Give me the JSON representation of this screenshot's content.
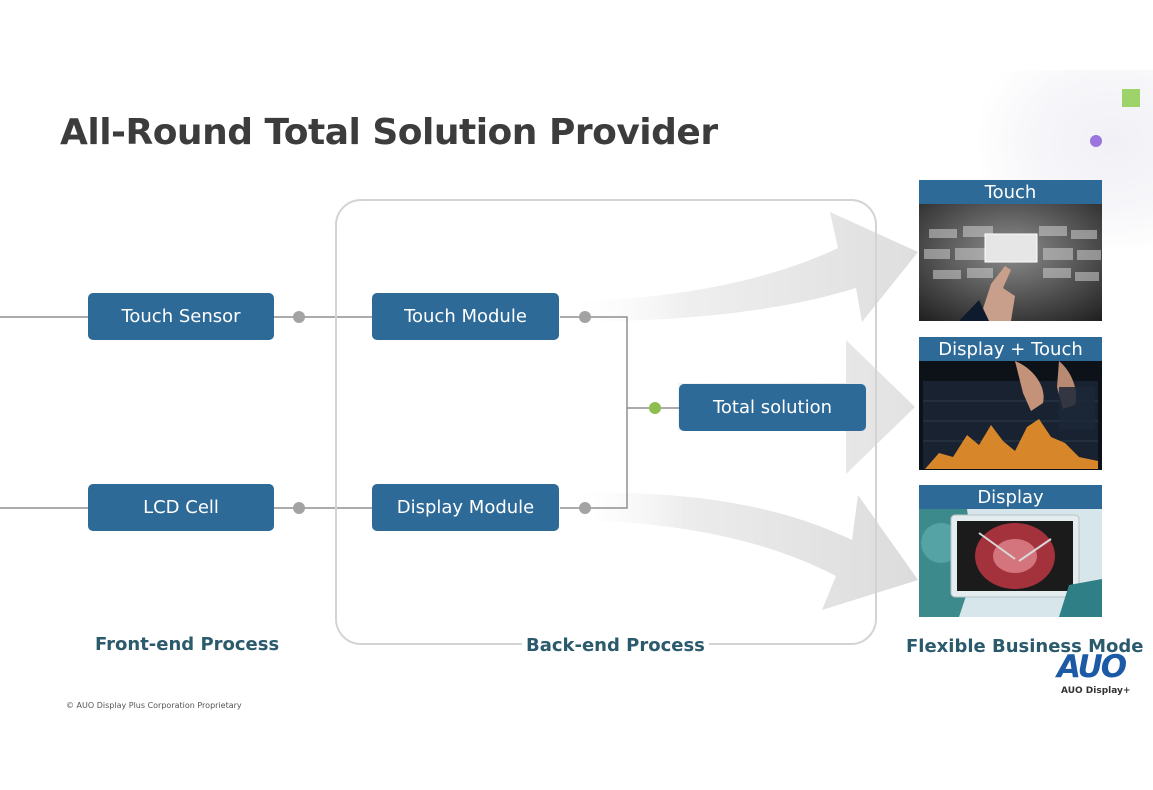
{
  "page": {
    "title": "All-Round Total Solution Provider"
  },
  "diagram": {
    "boxes": {
      "touch_sensor": "Touch Sensor",
      "lcd_cell": "LCD Cell",
      "touch_module": "Touch Module",
      "display_module": "Display Module",
      "total_solution": "Total solution"
    },
    "captions": {
      "front_end": "Front-end Process",
      "back_end": "Back-end Process",
      "flexible": "Flexible Business Mode"
    },
    "panels": [
      {
        "label": "Touch"
      },
      {
        "label": "Display + Touch"
      },
      {
        "label": "Display"
      }
    ]
  },
  "brand": {
    "logo": "AUO",
    "logo_sub": "AUO Display+",
    "color": "#1d5aa5"
  },
  "footer": {
    "copyright": "© AUO Display Plus Corporation Proprietary"
  },
  "colors": {
    "box_blue": "#2e6a97",
    "node_gray": "#a3a3a3",
    "node_green": "#8fbe4f",
    "caption_teal": "#2a5a6c"
  }
}
